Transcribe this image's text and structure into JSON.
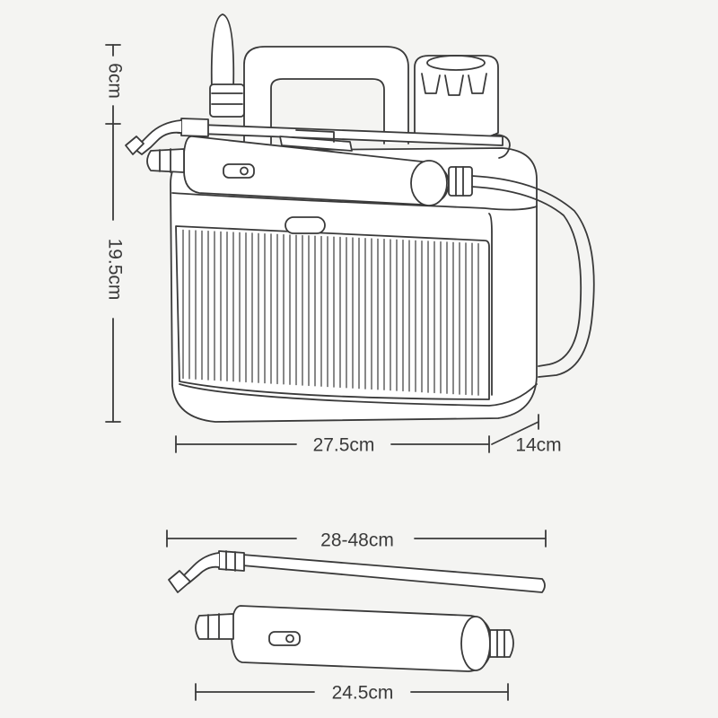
{
  "dimensions": {
    "handle_height": "6cm",
    "body_height": "19.5cm",
    "width": "27.5cm",
    "depth": "14cm",
    "wand_length": "28-48cm",
    "pump_length": "24.5cm"
  },
  "colors": {
    "background": "#f4f4f2",
    "line": "#3a3a3a",
    "fill": "#ffffff"
  }
}
